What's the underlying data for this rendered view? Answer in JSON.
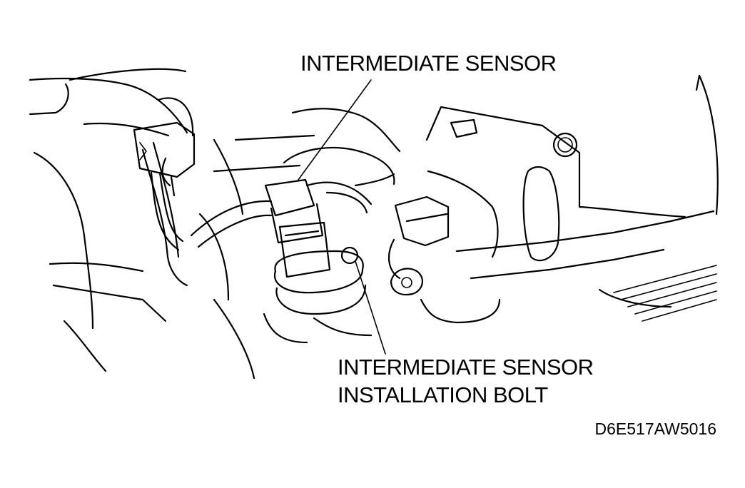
{
  "labels": {
    "intermediate_sensor": "INTERMEDIATE SENSOR",
    "installation_bolt_line1": "INTERMEDIATE SENSOR",
    "installation_bolt_line2": "INSTALLATION BOLT",
    "figure_code": "D6E517AW5016"
  }
}
